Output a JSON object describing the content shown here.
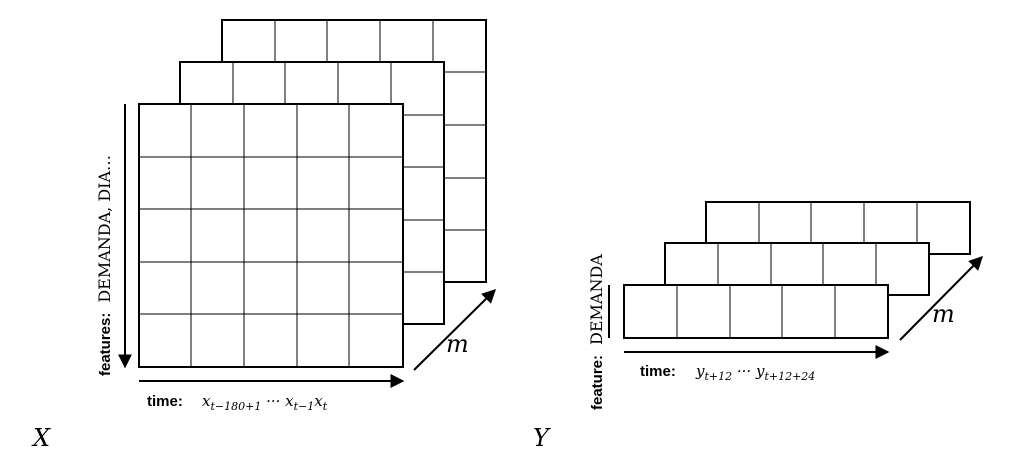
{
  "left_diagram": {
    "feature_axis_prefix": "features:",
    "feature_axis_text": "DEMANDA, DIA…",
    "time_axis_prefix": "time:",
    "time_axis_text": "x t−180+1 ··· x t−1 x t",
    "depth_label": "m",
    "name": "X"
  },
  "right_diagram": {
    "feature_axis_prefix": "feature:",
    "feature_axis_text": "DEMANDA",
    "time_axis_prefix": "time:",
    "time_axis_text": "y t+12 ··· y t+12+24",
    "depth_label": "m",
    "name": "Y"
  }
}
